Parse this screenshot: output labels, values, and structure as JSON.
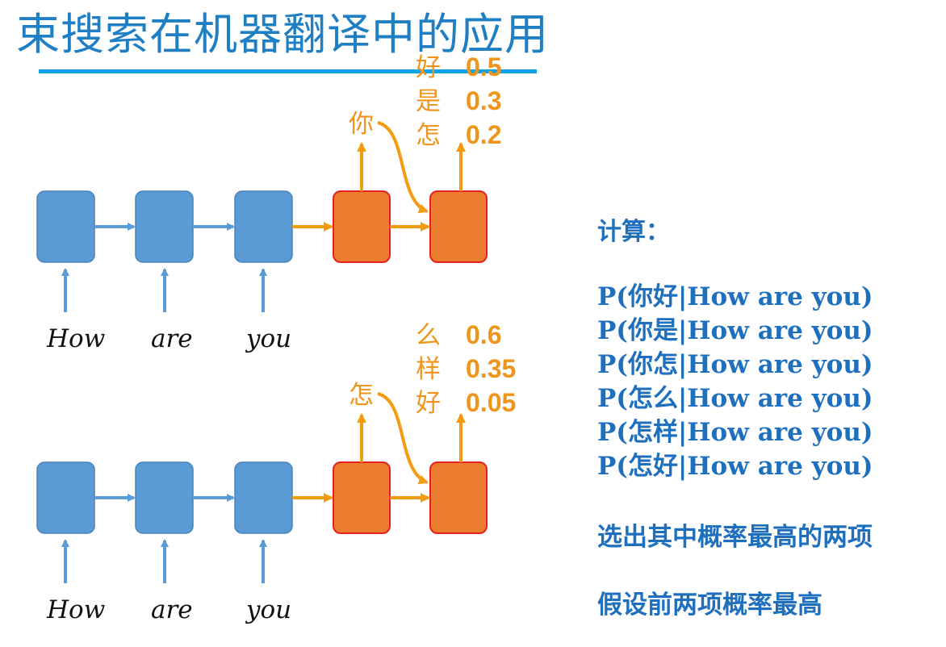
{
  "title": "束搜索在机器翻译中的应用",
  "colors": {
    "title": "#1f7fc4",
    "rule": "#12a3e6",
    "encoder_box": "#5b9bd5",
    "encoder_arrow": "#5b9bd5",
    "decoder_box": "#ed7d31",
    "decoder_border": "#e8211c",
    "decoder_arrow": "#f39c12",
    "side_text": "#1f6fbf"
  },
  "diagrams": [
    {
      "inputs": [
        "How",
        "are",
        "you"
      ],
      "picked_word": "你",
      "candidates": [
        {
          "word": "好",
          "prob": "0.5"
        },
        {
          "word": "是",
          "prob": "0.3"
        },
        {
          "word": "怎",
          "prob": "0.2"
        }
      ]
    },
    {
      "inputs": [
        "How",
        "are",
        "you"
      ],
      "picked_word": "怎",
      "candidates": [
        {
          "word": "么",
          "prob": "0.6"
        },
        {
          "word": "样",
          "prob": "0.35"
        },
        {
          "word": "好",
          "prob": "0.05"
        }
      ]
    }
  ],
  "side_panel": {
    "heading": "计算：",
    "probabilities": [
      "P(你好|How are you)",
      "P(你是|How are you)",
      "P(你怎|How are you)",
      "P(怎么|How are you)",
      "P(怎样|How are you)",
      "P(怎好|How are you)"
    ],
    "note1": "选出其中概率最高的两项",
    "note2": "假设前两项概率最高"
  }
}
